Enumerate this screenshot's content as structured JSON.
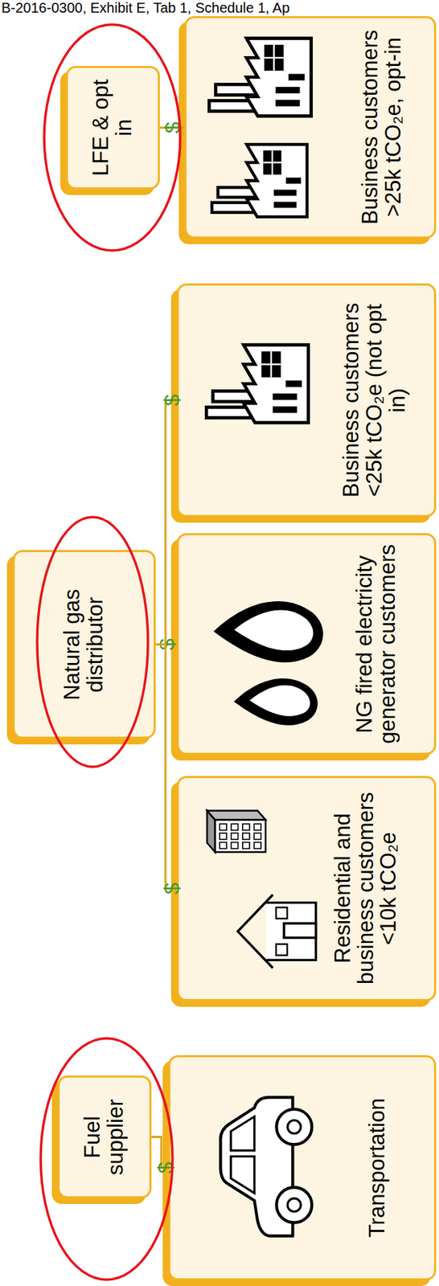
{
  "diagram": {
    "nodes": [
      {
        "text": [
          "LFE & opt in"
        ]
      },
      {
        "text": [
          "Business customers >25k tCO₂e, opt-in"
        ]
      },
      {
        "text": [
          "Natural gas distributor"
        ]
      },
      {
        "text": [
          "Business customers <25k tCO₂e (not opt in)"
        ]
      },
      {
        "text": [
          "NG fired electricity generator customers"
        ]
      },
      {
        "text": [
          "Residential and business customers <10k tCO₂e"
        ]
      },
      {
        "text": [
          "Fuel supplier"
        ]
      },
      {
        "text": [
          "Transportation"
        ]
      }
    ],
    "edges": [
      {
        "from": 0,
        "to": 1,
        "arrow": "none",
        "label": "$"
      },
      {
        "from": 2,
        "to": 3,
        "arrow": "none",
        "label": "$"
      },
      {
        "from": 2,
        "to": 4,
        "arrow": "none",
        "label": "$"
      },
      {
        "from": 2,
        "to": 5,
        "arrow": "none",
        "label": "$"
      },
      {
        "from": 6,
        "to": 7,
        "arrow": "none",
        "label": "$"
      }
    ],
    "labels": [
      "B-2016-0300, Exhibit E, Tab 1, Schedule 1, Ap"
    ]
  }
}
